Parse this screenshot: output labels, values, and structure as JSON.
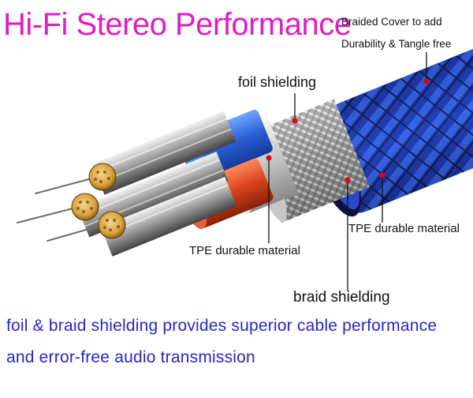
{
  "header": {
    "title": "Hi-Fi Stereo Performance",
    "title_color": "#e01cc4"
  },
  "callouts": {
    "braided_cover": [
      "Braided Cover to add",
      "Durability & Tangle free"
    ],
    "foil_shielding": "foil shielding",
    "tpe_outer": "TPE durable material",
    "tpe_inner": "TPE durable material",
    "braid_shielding": "braid shielding"
  },
  "caption": {
    "line1": "foil & braid shielding provides superior cable performance",
    "line2": "and error-free audio transmission",
    "color": "#2427c6"
  },
  "colors": {
    "pointer_dot": "#e3001b",
    "jacket_blue": "#1f3fb8",
    "inner_blue": "#2b5fd6",
    "inner_red": "#d8421c",
    "copper": "#d9a13a"
  }
}
